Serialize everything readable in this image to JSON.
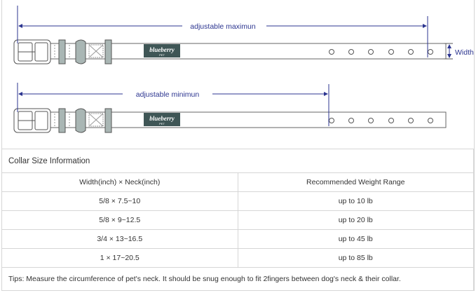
{
  "diagram": {
    "label_max": "adjustable maximun",
    "label_min": "adjustable minimun",
    "label_width": "Width",
    "brand": "blueberry",
    "brand_sub": "PET",
    "line_color": "#2c3590"
  },
  "table": {
    "title": "Collar Size Information",
    "headers": [
      "Width(inch)  ×  Neck(inch)",
      "Recommended Weight Range"
    ],
    "rows": [
      [
        "5/8 × 7.5~10",
        "up to 10 lb"
      ],
      [
        "5/8 × 9~12.5",
        "up to 20 lb"
      ],
      [
        "3/4 × 13~16.5",
        "up to 45 lb"
      ],
      [
        "1 × 17~20.5",
        "up to 85 lb"
      ]
    ],
    "tips": "Tips: Measure the circumference of pet's neck. It should be snug enough to fit 2fingers between dog's neck & their collar."
  }
}
